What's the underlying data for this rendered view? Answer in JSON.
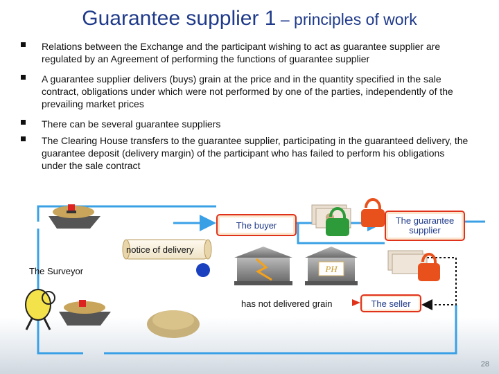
{
  "slide": {
    "title_main": "Guarantee supplier 1",
    "title_sub": " – principles of work",
    "page_number": "28"
  },
  "bullets": [
    "Relations between the Exchange and the participant wishing to act as guarantee supplier are regulated by an Agreement of performing the functions of guarantee supplier",
    "A guarantee supplier delivers (buys) grain at the price and in the quantity specified in the sale contract, obligations under which were not performed by one of the parties, independently of the prevailing market prices",
    "There can be several guarantee suppliers",
    "The Clearing House transfers to the guarantee supplier, participating in the guaranteed delivery, the guarantee deposit (delivery margin) of the participant who has failed to perform his obligations under the sale contract"
  ],
  "diagram": {
    "buyer_label": "The buyer",
    "guarantee_supplier_label": "The guarantee supplier",
    "notice_label": "notice of delivery",
    "surveyor_label": "The Surveyor",
    "not_delivered_label": "has not delivered grain",
    "seller_label": "The seller",
    "bank_logo_text": "РН",
    "colors": {
      "flow_line": "#3aa0e6",
      "box_border": "#e0311b",
      "title": "#1f3a8a",
      "lock_green": "#2e9b3a",
      "lock_orange": "#e8501c"
    }
  }
}
